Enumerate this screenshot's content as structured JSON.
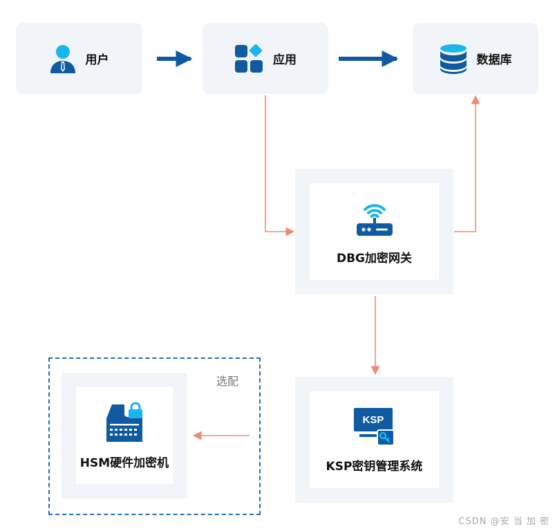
{
  "nodes": {
    "user": {
      "label": "用户",
      "icon": "user-icon"
    },
    "app": {
      "label": "应用",
      "icon": "apps-grid-icon"
    },
    "database": {
      "label": "数据库",
      "icon": "database-icon"
    },
    "gateway": {
      "label": "DBG加密网关",
      "icon": "router-wifi-icon"
    },
    "ksp": {
      "label": "KSP密钥管理系统",
      "icon": "ksp-monitor-key-icon",
      "badge": "KSP"
    },
    "hsm": {
      "label": "HSM硬件加密机",
      "icon": "hsm-lock-device-icon"
    }
  },
  "optional_label": "选配",
  "watermark": "CSDN @安 当 加 密",
  "colors": {
    "primary_blue": "#0f5aa0",
    "accent_cyan": "#19b6ee",
    "card_bg": "#f1f5f9",
    "arrow_orange": "#ee8a74",
    "dashed_border": "#1f6db3"
  }
}
